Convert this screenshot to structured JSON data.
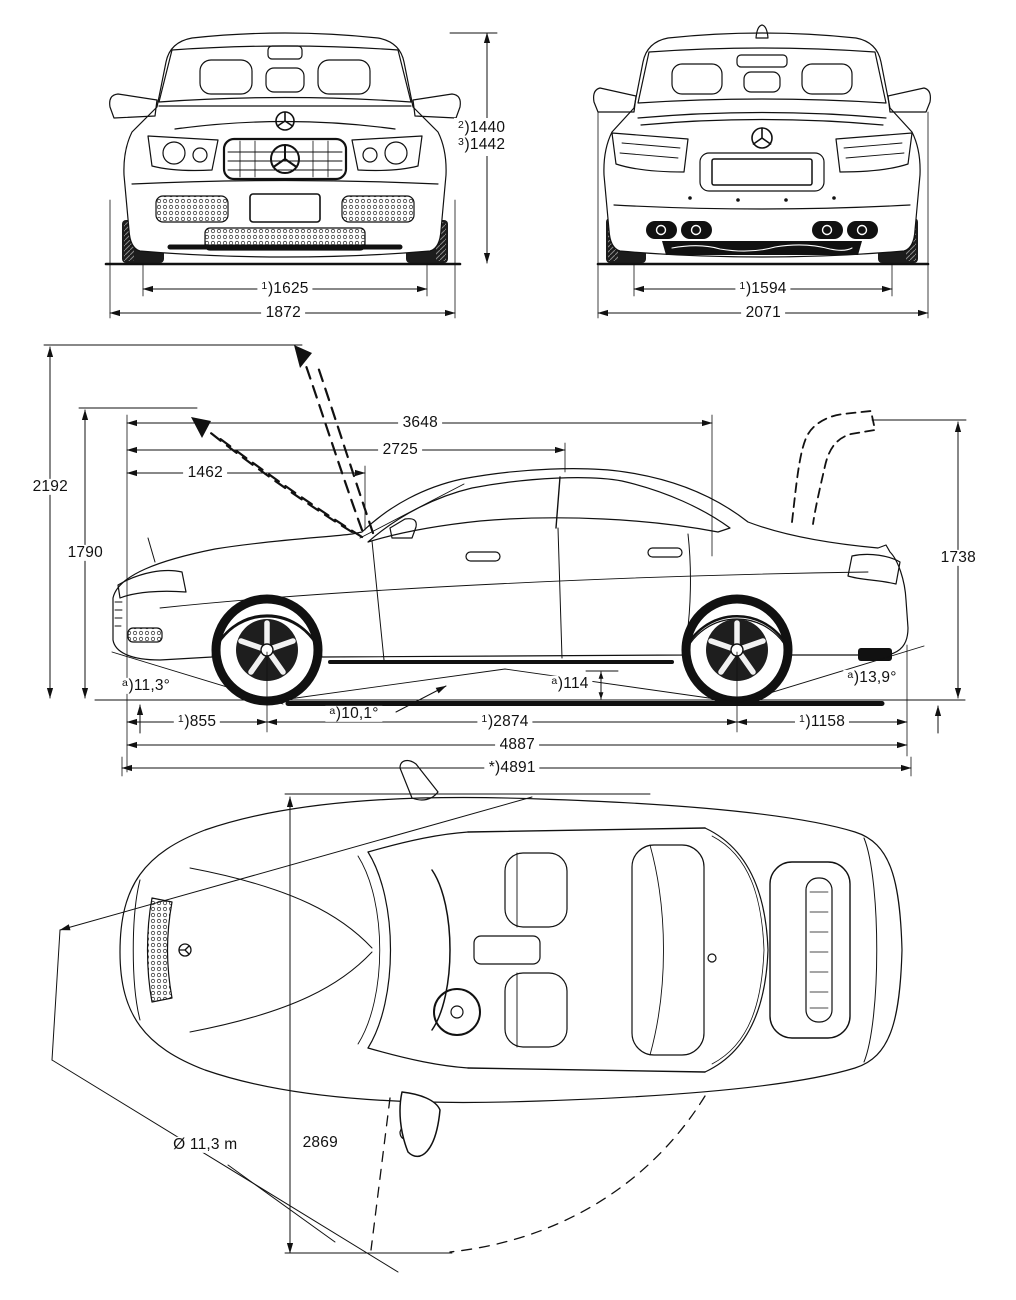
{
  "colors": {
    "ink": "#111111",
    "paper": "#ffffff"
  },
  "dims": {
    "front_height_roof": {
      "sup": "2",
      "val": ")1440"
    },
    "front_height_max": {
      "sup": "3",
      "val": ")1442"
    },
    "front_track": {
      "sup": "1",
      "val": ")1625"
    },
    "front_width": {
      "sup": "",
      "val": "1872"
    },
    "rear_track": {
      "sup": "1",
      "val": ")1594"
    },
    "rear_width": {
      "sup": "",
      "val": "2071"
    },
    "open_hood_reach": {
      "sup": "",
      "val": "3648"
    },
    "open_hood_mid": {
      "sup": "",
      "val": "2725"
    },
    "open_hood_tip": {
      "sup": "",
      "val": "1462"
    },
    "open_height_max": {
      "sup": "",
      "val": "2192"
    },
    "open_height_hood": {
      "sup": "",
      "val": "1790"
    },
    "open_height_trunk": {
      "sup": "",
      "val": "1738"
    },
    "approach_angle": {
      "sup": "a",
      "val": ")11,3°"
    },
    "ramp_angle": {
      "sup": "a",
      "val": ")10,1°"
    },
    "ground_clearance": {
      "sup": "a",
      "val": ")114"
    },
    "departure_angle": {
      "sup": "a",
      "val": ")13,9°"
    },
    "front_overhang": {
      "sup": "1",
      "val": ")855"
    },
    "wheelbase": {
      "sup": "1",
      "val": ")2874"
    },
    "rear_overhang": {
      "sup": "1",
      "val": ")1158"
    },
    "overall_length": {
      "sup": "",
      "val": "4887"
    },
    "overall_length_total": {
      "sup": "",
      "val": "*)4891"
    },
    "turning_circle": {
      "sup": "",
      "val": "Ø 11,3 m"
    },
    "door_open_width": {
      "sup": "",
      "val": "2869"
    }
  }
}
